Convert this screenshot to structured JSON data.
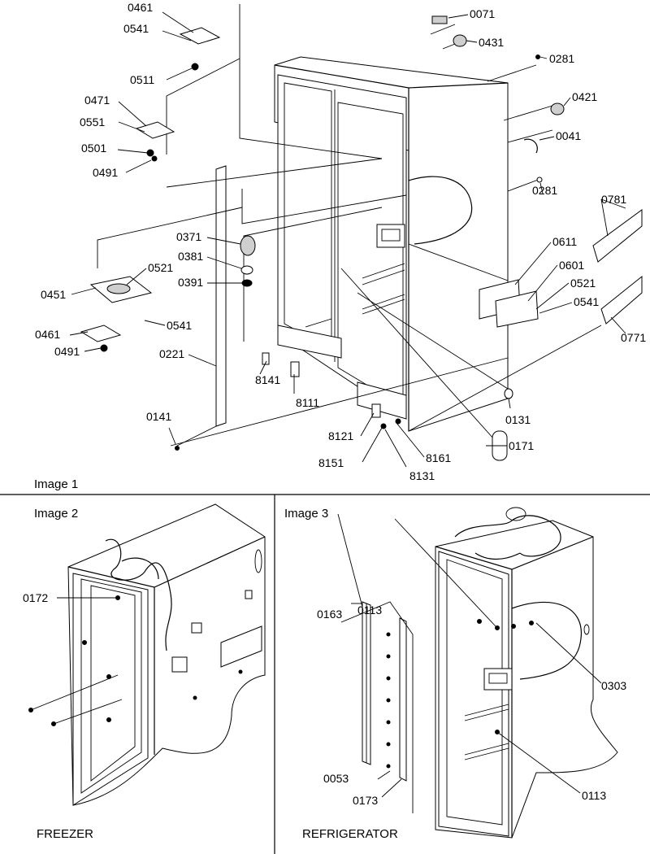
{
  "captions": {
    "image1": "Image 1",
    "image2": "Image 2",
    "image3": "Image 3",
    "freezer": "FREEZER",
    "refrigerator": "REFRIGERATOR"
  },
  "image1_labels": [
    "0461",
    "0541",
    "0511",
    "0471",
    "0551",
    "0501",
    "0491",
    "0071",
    "0431",
    "0281",
    "0421",
    "0041",
    "0281",
    "0781",
    "0371",
    "0381",
    "0391",
    "0521",
    "0451",
    "0541",
    "0461",
    "0491",
    "0221",
    "0611",
    "0601",
    "0521",
    "0541",
    "0771",
    "8141",
    "8111",
    "0141",
    "0131",
    "8121",
    "8161",
    "0171",
    "8151",
    "8131"
  ],
  "image2_labels": [
    "0172"
  ],
  "image3_labels": [
    "0163",
    "0113",
    "0303",
    "0053",
    "0173",
    "0113"
  ]
}
